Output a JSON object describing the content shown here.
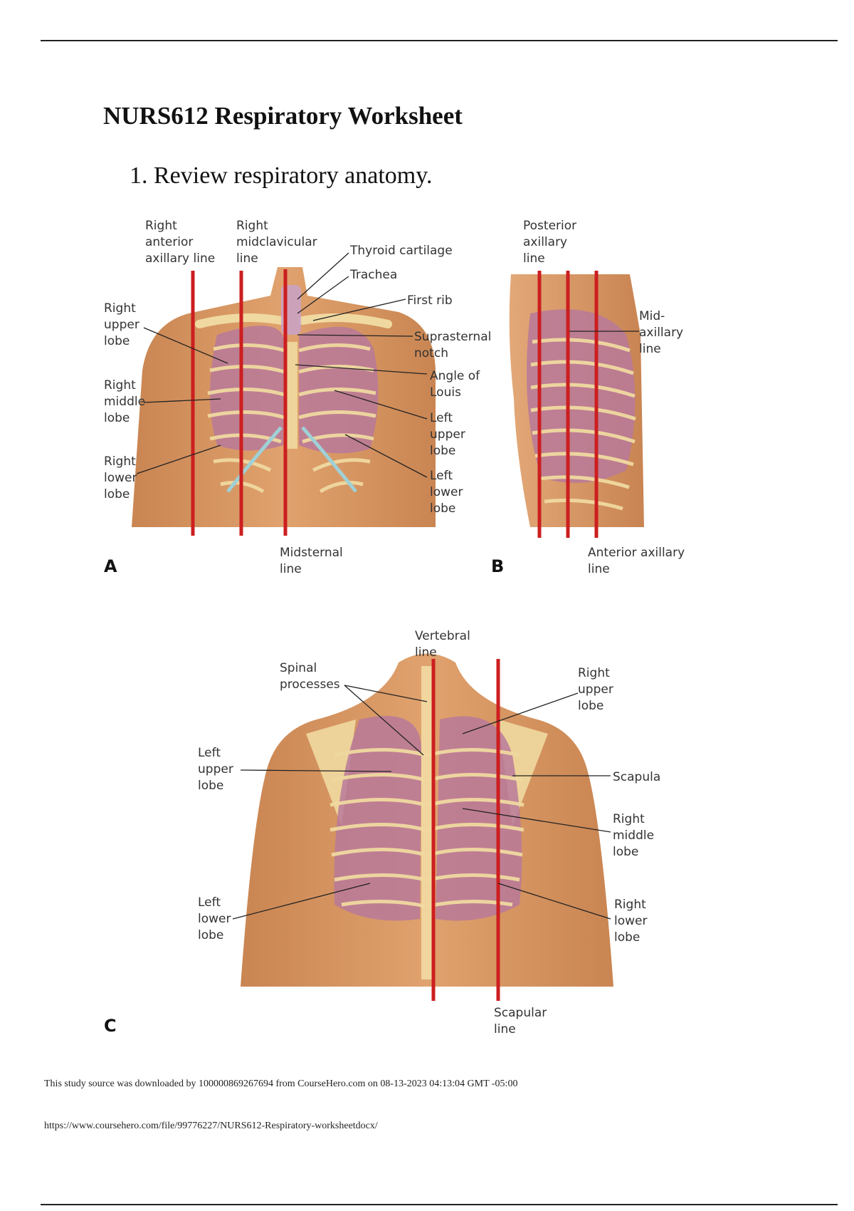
{
  "document": {
    "title": "NURS612 Respiratory Worksheet",
    "item_1": "1. Review respiratory anatomy."
  },
  "figure_a": {
    "panel_letter": "A",
    "labels": {
      "right_anterior_axillary_line": [
        "Right",
        "anterior",
        "axillary line"
      ],
      "right_midclavicular_line": [
        "Right",
        "midclavicular",
        "line"
      ],
      "thyroid_cartilage": "Thyroid cartilage",
      "trachea": "Trachea",
      "first_rib": "First rib",
      "suprasternal_notch": [
        "Suprasternal",
        "notch"
      ],
      "angle_of_louis": [
        "Angle of",
        "Louis"
      ],
      "left_upper_lobe": [
        "Left",
        "upper",
        "lobe"
      ],
      "left_lower_lobe": [
        "Left",
        "lower",
        "lobe"
      ],
      "right_upper_lobe": [
        "Right",
        "upper",
        "lobe"
      ],
      "right_middle_lobe": [
        "Right",
        "middle",
        "lobe"
      ],
      "right_lower_lobe": [
        "Right",
        "lower",
        "lobe"
      ],
      "midsternal_line": [
        "Midsternal",
        "line"
      ]
    }
  },
  "figure_b": {
    "panel_letter": "B",
    "labels": {
      "posterior_axillary_line": [
        "Posterior",
        "axillary",
        "line"
      ],
      "mid_axillary_line": [
        "Mid-",
        "axillary",
        "line"
      ],
      "anterior_axillary_line": [
        "Anterior axillary",
        "line"
      ]
    }
  },
  "figure_c": {
    "panel_letter": "C",
    "labels": {
      "vertebral_line": [
        "Vertebral",
        "line"
      ],
      "spinal_processes": [
        "Spinal",
        "processes"
      ],
      "right_upper_lobe": [
        "Right",
        "upper",
        "lobe"
      ],
      "left_upper_lobe": [
        "Left",
        "upper",
        "lobe"
      ],
      "scapula": "Scapula",
      "right_middle_lobe": [
        "Right",
        "middle",
        "lobe"
      ],
      "left_lower_lobe": [
        "Left",
        "lower",
        "lobe"
      ],
      "right_lower_lobe": [
        "Right",
        "lower",
        "lobe"
      ],
      "scapular_line": [
        "Scapular",
        "line"
      ]
    }
  },
  "footer": {
    "source_line": "This study source was downloaded by 100000869267694 from CourseHero.com on 08-13-2023 04:13:04 GMT -05:00",
    "url_line": "https://www.coursehero.com/file/99776227/NURS612-Respiratory-worksheetdocx/"
  },
  "colors": {
    "skin": "#d9955f",
    "lung": "#b8799a",
    "bone": "#f0d9a0",
    "cartilage": "#9fd0d6",
    "reference_line": "#cc1f1f"
  }
}
